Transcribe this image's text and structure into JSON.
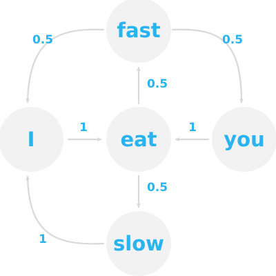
{
  "colors": {
    "accent": "#29b3f0",
    "node_fill": "#f2f2f2",
    "edge": "#d9d9d9"
  },
  "nodes": {
    "fast": "fast",
    "i": "I",
    "eat": "eat",
    "you": "you",
    "slow": "slow"
  },
  "edges": {
    "fast_to_i": "0.5",
    "fast_to_you": "0.5",
    "eat_to_fast": "0.5",
    "i_to_eat": "1",
    "you_to_eat": "1",
    "eat_to_slow": "0.5",
    "slow_to_i": "1"
  }
}
